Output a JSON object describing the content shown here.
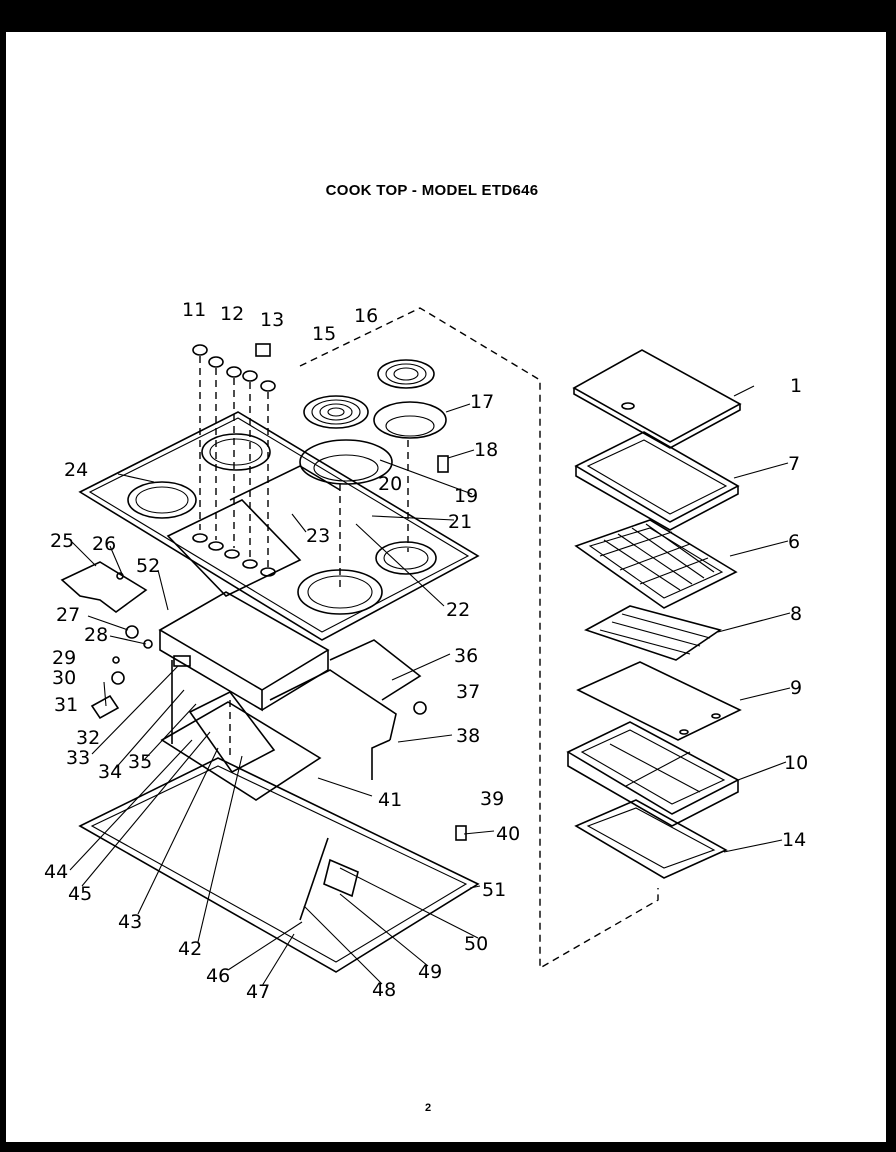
{
  "title": "COOK TOP - MODEL ETD646",
  "page_number": "2",
  "callouts": [
    "1",
    "6",
    "7",
    "8",
    "9",
    "10",
    "11",
    "12",
    "13",
    "14",
    "15",
    "16",
    "17",
    "18",
    "19",
    "20",
    "21",
    "22",
    "23",
    "24",
    "25",
    "26",
    "27",
    "28",
    "29",
    "30",
    "31",
    "32",
    "33",
    "34",
    "35",
    "36",
    "37",
    "38",
    "39",
    "40",
    "41",
    "42",
    "43",
    "44",
    "45",
    "46",
    "47",
    "48",
    "49",
    "50",
    "51",
    "52"
  ]
}
